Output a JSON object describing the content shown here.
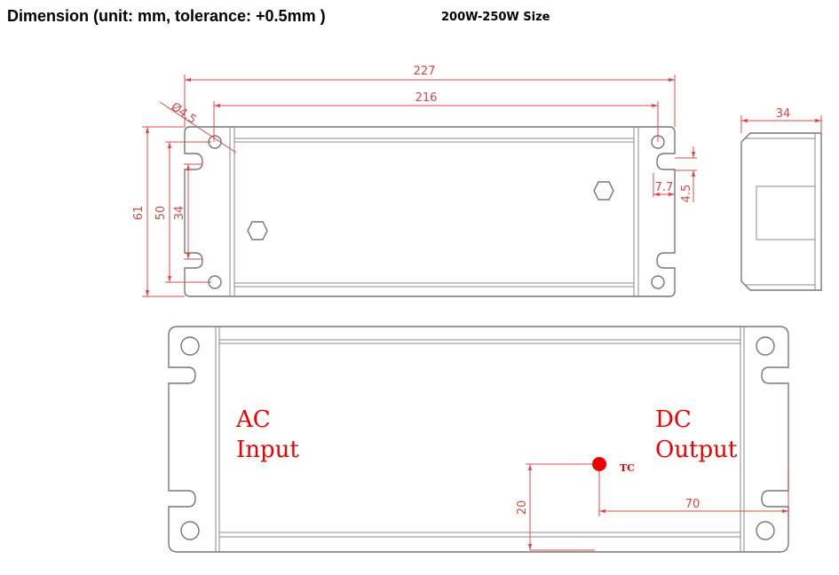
{
  "header": {
    "title": "Dimension (unit: mm, tolerance: +0.5mm )",
    "size_label": "200W-250W Size"
  },
  "top_view": {
    "dim_total_length": "227",
    "dim_hole_spacing": "216",
    "dim_hole_diameter": "Ø4.5",
    "dim_height": "61",
    "dim_hole_vertical": "50",
    "dim_slot_vertical": "34",
    "dim_slot_depth": "7.7",
    "dim_slot_width": "4.5"
  },
  "side_view": {
    "dim_thickness": "34"
  },
  "bottom_view": {
    "ac_label_1": "AC",
    "ac_label_2": "Input",
    "dc_label_1": "DC",
    "dc_label_2": "Output",
    "tc_label": "TC",
    "dim_tc_y": "20",
    "dim_tc_x": "70"
  },
  "colors": {
    "dimension": "#e04848",
    "label": "#ee0000",
    "outline": "#777777"
  }
}
